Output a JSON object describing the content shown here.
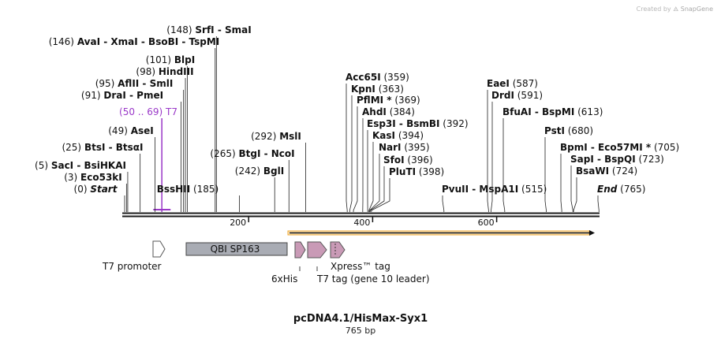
{
  "credit": {
    "prefix": "Created by",
    "brand": "SnapGene"
  },
  "map": {
    "title": "pcDNA4.1/HisMax-Syx1",
    "length_label": "765 bp",
    "total_bp": 765,
    "ticks": [
      {
        "pos": 200,
        "label": "200"
      },
      {
        "pos": 400,
        "label": "400"
      },
      {
        "pos": 600,
        "label": "600"
      }
    ]
  },
  "sites": [
    {
      "loc": "(148)",
      "names": [
        "SrfI",
        "SmaI"
      ],
      "pos": 148
    },
    {
      "loc": "(146)",
      "names": [
        "AvaI",
        "XmaI",
        "BsoBI",
        "TspMI"
      ],
      "pos": 146
    },
    {
      "loc": "(101)",
      "names": [
        "BlpI"
      ],
      "pos": 101
    },
    {
      "loc": "(98)",
      "names": [
        "HindIII"
      ],
      "pos": 98
    },
    {
      "loc": "(95)",
      "names": [
        "AflII",
        "SmlI"
      ],
      "pos": 95
    },
    {
      "loc": "(91)",
      "names": [
        "DraI",
        "PmeI"
      ],
      "pos": 91
    },
    {
      "loc": "(50 .. 69)",
      "names": [
        "T7"
      ],
      "pos": 60,
      "primer": true
    },
    {
      "loc": "(49)",
      "names": [
        "AseI"
      ],
      "pos": 49
    },
    {
      "loc": "(25)",
      "names": [
        "BtsI",
        "BtsαI"
      ],
      "pos": 25
    },
    {
      "loc": "(5)",
      "names": [
        "SacI",
        "BsiHKAI"
      ],
      "pos": 5
    },
    {
      "loc": "(3)",
      "names": [
        "Eco53kI"
      ],
      "pos": 3
    },
    {
      "loc": "(0)",
      "names": [
        "Start"
      ],
      "pos": 0,
      "italic": true
    },
    {
      "loc": "(185)",
      "names": [
        "BssHII"
      ],
      "pos": 185,
      "after": true
    },
    {
      "loc": "(265)",
      "names": [
        "BtgI",
        "NcoI"
      ],
      "pos": 265
    },
    {
      "loc": "(242)",
      "names": [
        "BglI"
      ],
      "pos": 242
    },
    {
      "loc": "(292)",
      "names": [
        "MslI"
      ],
      "pos": 292
    },
    {
      "loc": "(359)",
      "names": [
        "Acc65I"
      ],
      "pos": 359,
      "after": true
    },
    {
      "loc": "(363)",
      "names": [
        "KpnI"
      ],
      "pos": 363,
      "after": true
    },
    {
      "loc": "(369)",
      "names": [
        "PflMI *"
      ],
      "pos": 369,
      "after": true
    },
    {
      "loc": "(384)",
      "names": [
        "AhdI"
      ],
      "pos": 384,
      "after": true
    },
    {
      "loc": "(392)",
      "names": [
        "Esp3I",
        "BsmBI"
      ],
      "pos": 392,
      "after": true
    },
    {
      "loc": "(394)",
      "names": [
        "KasI"
      ],
      "pos": 394,
      "after": true
    },
    {
      "loc": "(395)",
      "names": [
        "NarI"
      ],
      "pos": 395,
      "after": true
    },
    {
      "loc": "(396)",
      "names": [
        "SfoI"
      ],
      "pos": 396,
      "after": true
    },
    {
      "loc": "(398)",
      "names": [
        "PluTI"
      ],
      "pos": 398,
      "after": true
    },
    {
      "loc": "(515)",
      "names": [
        "PvuII",
        "MspA1I"
      ],
      "pos": 515,
      "after": true
    },
    {
      "loc": "(587)",
      "names": [
        "EaeI"
      ],
      "pos": 587,
      "after": true
    },
    {
      "loc": "(591)",
      "names": [
        "DrdI"
      ],
      "pos": 591,
      "after": true
    },
    {
      "loc": "(613)",
      "names": [
        "BfuAI",
        "BspMI"
      ],
      "pos": 613,
      "after": true
    },
    {
      "loc": "(680)",
      "names": [
        "PstI"
      ],
      "pos": 680,
      "after": true
    },
    {
      "loc": "(705)",
      "names": [
        "BpmI",
        "Eco57MI *"
      ],
      "pos": 705,
      "after": true
    },
    {
      "loc": "(723)",
      "names": [
        "SapI",
        "BspQI"
      ],
      "pos": 723,
      "after": true
    },
    {
      "loc": "(724)",
      "names": [
        "BsaWI"
      ],
      "pos": 724,
      "after": true
    },
    {
      "loc": "(765)",
      "names": [
        "End"
      ],
      "pos": 765,
      "after": true,
      "italic": true
    }
  ],
  "features": [
    {
      "name": "T7 promoter",
      "type": "promoter",
      "color": "#ffffff"
    },
    {
      "name": "QBI SP163",
      "type": "misc",
      "color": "#a9acb4"
    },
    {
      "name": "6xHis",
      "type": "tag",
      "color": "#c99ab6"
    },
    {
      "name": "T7 tag (gene 10 leader)",
      "type": "tag",
      "color": "#c99ab6"
    },
    {
      "name": "Xpress™ tag",
      "type": "tag",
      "color": "#c99ab6"
    },
    {
      "name": "",
      "type": "orf",
      "color": "#f0a830"
    }
  ],
  "colors": {
    "backbone": "#1a1a1a",
    "primer": "#9a38c8",
    "site_line": "#222222"
  }
}
